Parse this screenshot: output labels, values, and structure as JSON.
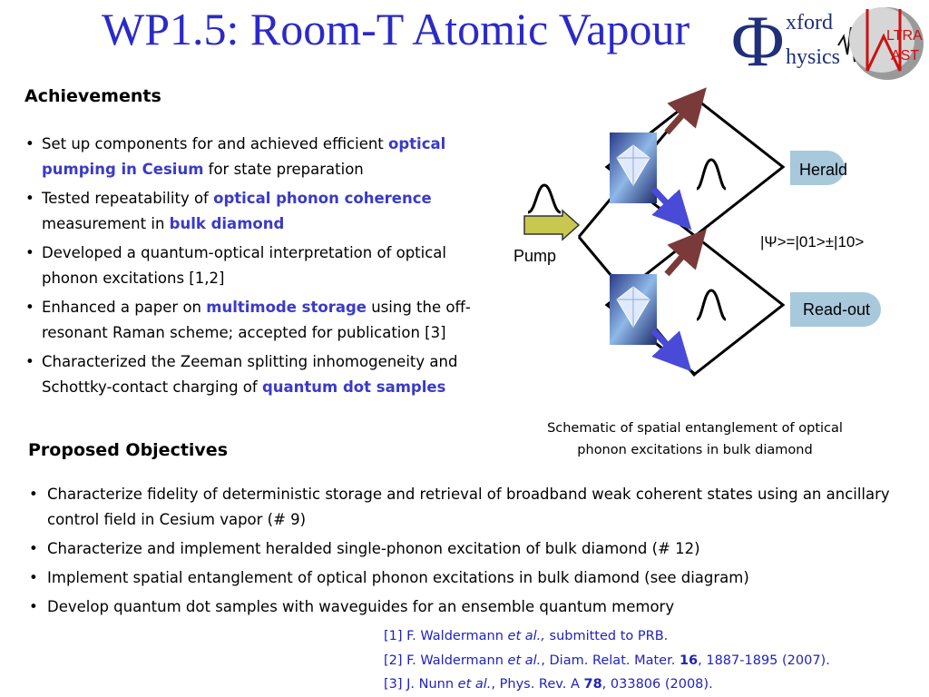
{
  "slide": {
    "title": "WP1.5: Room-T Atomic Vapour",
    "logo": {
      "phi_glyph": "Φ",
      "text_line1": "xford",
      "text_line2": "hysics",
      "badge_line1": "LTRA",
      "badge_line2": "AST",
      "badge_color": "#cc1111"
    }
  },
  "achievements": {
    "heading": "Achievements",
    "items": [
      [
        {
          "t": "Set up components for and achieved efficient "
        },
        {
          "t": "optical pumping in Cesium",
          "h": true
        },
        {
          "t": " for state preparation"
        }
      ],
      [
        {
          "t": "Tested repeatability of "
        },
        {
          "t": "optical phonon coherence",
          "h": true
        },
        {
          "t": " measurement in "
        },
        {
          "t": "bulk diamond",
          "h": true
        }
      ],
      [
        {
          "t": "Developed a quantum-optical interpretation of optical phonon excitations [1,2]"
        }
      ],
      [
        {
          "t": "Enhanced a paper on "
        },
        {
          "t": "multimode storage",
          "h": true
        },
        {
          "t": " using the off-resonant Raman scheme; accepted for publication [3]"
        }
      ],
      [
        {
          "t": "Characterized the Zeeman splitting inhomogeneity and Schottky-contact charging of "
        },
        {
          "t": "quantum dot samples",
          "h": true
        }
      ]
    ]
  },
  "diagram": {
    "pump_label": "Pump",
    "herald_label": "Herald",
    "readout_label": "Read-out",
    "state_label": "|Ψ>=|01>±|10>",
    "colors": {
      "detector": "#a8c8dc",
      "out_arrow": "#7a3a3a",
      "stokes_arrow": "#4a4ad8",
      "pump_arrow": "#c8c850"
    }
  },
  "caption": {
    "line1": "Schematic of spatial entanglement of optical",
    "line2": "phonon excitations in bulk diamond"
  },
  "objectives": {
    "heading": "Proposed Objectives",
    "items": [
      "Characterize fidelity of deterministic storage and retrieval of broadband weak coherent states using an ancillary control field in Cesium vapor (# 9)",
      "Characterize and implement heralded single-phonon excitation of bulk diamond (# 12)",
      "Implement spatial entanglement of optical phonon excitations in bulk diamond (see diagram)",
      "Develop quantum dot samples with waveguides for an ensemble quantum memory"
    ]
  },
  "references": [
    [
      {
        "t": "[1] F. Waldermann "
      },
      {
        "t": "et al.,",
        "i": true
      },
      {
        "t": " submitted to PRB."
      }
    ],
    [
      {
        "t": "[2] F. Waldermann "
      },
      {
        "t": "et al.",
        "i": true
      },
      {
        "t": ", Diam. Relat. Mater. "
      },
      {
        "t": "16",
        "b": true
      },
      {
        "t": ", 1887-1895 (2007)."
      }
    ],
    [
      {
        "t": "[3] J. Nunn "
      },
      {
        "t": "et al.",
        "i": true
      },
      {
        "t": ", Phys. Rev. A "
      },
      {
        "t": "78",
        "b": true
      },
      {
        "t": ", 033806 (2008)."
      }
    ]
  ]
}
